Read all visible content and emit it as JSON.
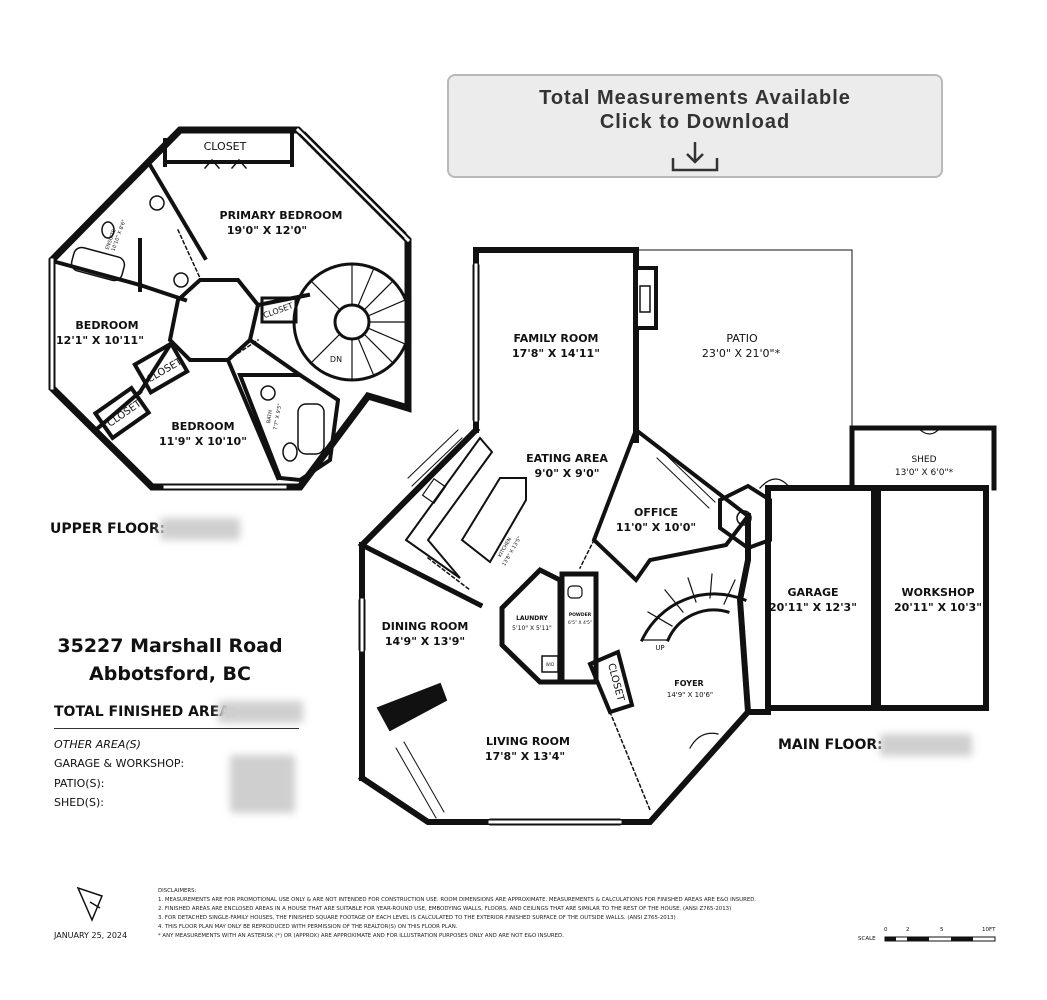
{
  "banner": {
    "line1": "Total Measurements Available",
    "line2": "Click to Download",
    "icon": "download-icon"
  },
  "upper_floor": {
    "label": "UPPER FLOOR:",
    "rooms": [
      {
        "name": "PRIMARY BEDROOM",
        "dims": "19'0\" X 12'0\""
      },
      {
        "name": "BEDROOM",
        "dims": "12'1\" X 10'11\""
      },
      {
        "name": "BEDROOM",
        "dims": "11'9\" X 10'10\""
      },
      {
        "name": "ENSUITE",
        "dims": "10'10\" X 8'6\""
      },
      {
        "name": "BATH",
        "dims": "7'7\" X 9'5\""
      }
    ],
    "closets": [
      "CLOSET",
      "CLOSET",
      "CLOSET",
      "CLOSET"
    ],
    "stair": "DN"
  },
  "main_floor": {
    "label": "MAIN FLOOR:",
    "rooms": [
      {
        "name": "FAMILY ROOM",
        "dims": "17'8\" X 14'11\""
      },
      {
        "name": "PATIO",
        "dims": "23'0\" X 21'0\"*"
      },
      {
        "name": "EATING AREA",
        "dims": "9'0\" X 9'0\""
      },
      {
        "name": "OFFICE",
        "dims": "11'0\" X 10'0\""
      },
      {
        "name": "SHED",
        "dims": "13'0\" X 6'0\"*"
      },
      {
        "name": "GARAGE",
        "dims": "20'11\" X 12'3\""
      },
      {
        "name": "WORKSHOP",
        "dims": "20'11\" X 10'3\""
      },
      {
        "name": "DINING ROOM",
        "dims": "14'9\" X 13'9\""
      },
      {
        "name": "KITCHEN",
        "dims": "13'8\" X 13'5\""
      },
      {
        "name": "LAUNDRY",
        "dims": "5'10\" X 5'11\""
      },
      {
        "name": "POWDER",
        "dims": "6'5\" X 4'5\""
      },
      {
        "name": "FOYER",
        "dims": "14'9\" X 10'6\""
      },
      {
        "name": "LIVING ROOM",
        "dims": "17'8\" X 13'4\""
      }
    ],
    "closet": "CLOSET",
    "stair": "UP",
    "wd": "W/D"
  },
  "address": {
    "line1": "35227 Marshall Road",
    "line2": "Abbotsford, BC"
  },
  "areas": {
    "total_label": "TOTAL FINISHED AREA:",
    "other_label": "OTHER AREA(S)",
    "garage_workshop": "GARAGE & WORKSHOP:",
    "patios": "PATIO(S):",
    "sheds": "SHED(S):"
  },
  "footer": {
    "disclaimers_title": "DISCLAIMERS:",
    "disclaimers": [
      "1. MEASUREMENTS ARE FOR PROMOTIONAL USE ONLY & ARE NOT INTENDED FOR CONSTRUCTION USE. ROOM DIMENSIONS ARE APPROXIMATE. MEASUREMENTS & CALCULATIONS FOR FINISHED AREAS ARE E&O INSURED.",
      "2. FINISHED AREAS ARE ENCLOSED AREAS IN A HOUSE THAT ARE SUITABLE FOR YEAR-ROUND USE, EMBODYING WALLS, FLOORS, AND CEILINGS THAT ARE SIMILAR TO THE REST OF THE HOUSE. (ANSI Z765-2013)",
      "3. FOR DETACHED SINGLE-FAMILY HOUSES, THE FINISHED SQUARE FOOTAGE OF EACH LEVEL IS CALCULATED TO THE EXTERIOR FINISHED SURFACE OF THE OUTSIDE WALLS. (ANSI Z765-2013)",
      "4. THIS FLOOR PLAN MAY ONLY BE REPRODUCED WITH PERMISSION OF THE REALTOR(S) ON THIS FLOOR PLAN.",
      "* ANY MEASUREMENTS WITH AN ASTERISK (*) OR (APPROX) ARE APPROXIMATE AND FOR ILLUSTRATION PURPOSES ONLY AND ARE NOT E&O INSURED."
    ],
    "date": "JANUARY 25, 2024",
    "scale_label": "SCALE",
    "scale_ticks": [
      "0",
      "2",
      "5",
      "10FT"
    ]
  }
}
